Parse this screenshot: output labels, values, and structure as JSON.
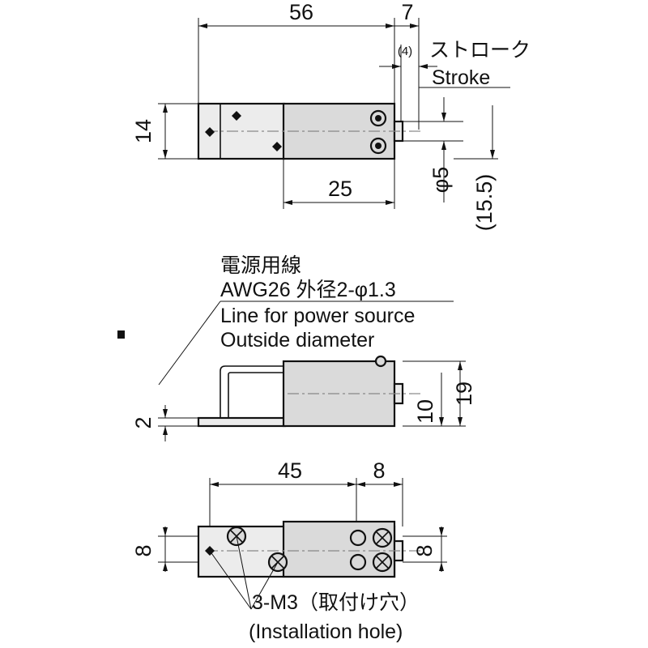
{
  "top_view": {
    "dim_length": "56",
    "dim_stroke_total": "7",
    "dim_stroke": "(4)",
    "stroke_label_jp": "ストローク",
    "stroke_label_en": "Stroke",
    "dim_height": "14",
    "dim_solenoid": "25",
    "dim_plunger_dia": "φ5",
    "dim_overall": "(15.5)"
  },
  "side_view": {
    "wire_label_jp": "電源用線",
    "wire_spec": "AWG26 外径2-φ1.3",
    "wire_label_en_1": "Line for power source",
    "wire_label_en_2": "Outside diameter",
    "dim_base": "2",
    "dim_body": "10",
    "dim_total": "19"
  },
  "bottom_view": {
    "dim_pitch": "45",
    "dim_end": "8",
    "dim_left": "8",
    "dim_right": "8",
    "holes_label": "3-M3（取付け穴）",
    "holes_label_en": "(Installation hole)"
  }
}
